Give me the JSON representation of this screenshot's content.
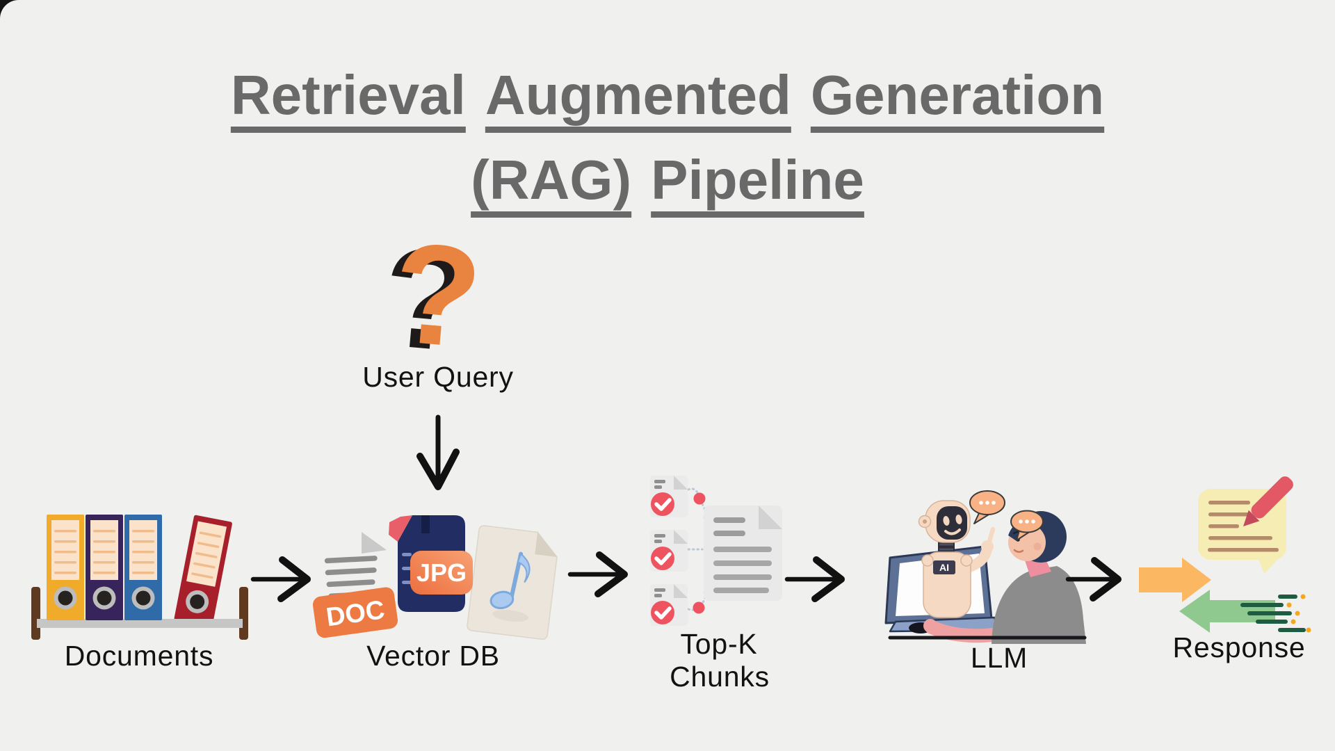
{
  "title": {
    "line1": "Retrieval Augmented Generation",
    "line2": "(RAG) Pipeline",
    "line1_words": [
      "Retrieval",
      "Augmented",
      "Generation"
    ],
    "line2_words": [
      "(RAG)",
      "Pipeline"
    ]
  },
  "nodes": {
    "user_query": {
      "label": "User Query",
      "icon": "question-mark-icon",
      "glyph": "?"
    },
    "documents": {
      "label": "Documents",
      "icon": "binders-shelf-icon"
    },
    "vector_db": {
      "label": "Vector DB",
      "icon": "file-types-icon",
      "badges": {
        "doc": "DOC",
        "jpg": "JPG"
      }
    },
    "top_k_chunks": {
      "label": "Top-K Chunks",
      "label_line1": "Top-K",
      "label_line2": "Chunks",
      "icon": "checked-chunks-icon"
    },
    "llm": {
      "label": "LLM",
      "icon": "robot-human-chat-icon",
      "ai_badge": "AI"
    },
    "response": {
      "label": "Response",
      "icon": "reply-arrows-icon"
    }
  },
  "edges": [
    "User Query → Vector DB",
    "Documents → Vector DB",
    "Vector DB → Top-K Chunks",
    "Top-K Chunks → LLM",
    "LLM → Response"
  ],
  "colors": {
    "background": "#f0f0ee",
    "title_gray": "#696969",
    "label_black": "#121212",
    "flow_arrow_black": "#111111",
    "question_mark_orange": "#e8843f",
    "question_mark_shadow": "#1d1a19",
    "binder_yellow": "#f0ab2b",
    "binder_purple": "#37245a",
    "binder_blue": "#2e6ba8",
    "binder_red": "#a81f2c",
    "binder_paper": "#fbe2ca",
    "shelf_gray": "#c6c6c6",
    "bookend_brown": "#5f3a1e",
    "badge_orange": "#ec7a42",
    "file_navy": "#222d63",
    "file_fold_red": "#e85f6a",
    "music_note_blue": "#aacaf0",
    "chunk_doc_gray": "#ebebeb",
    "chunk_red": "#ee5460",
    "laptop_blue": "#5d7096",
    "robot_skin": "#f6d9c3",
    "robot_face_dark": "#2e2e3a",
    "person_hair_navy": "#2c3b5c",
    "person_skin": "#f3c0a8",
    "shirt_gray": "#8c8c8c",
    "speech_bubble_orange": "#f8b286",
    "response_bubble_yellow": "#f6edb4",
    "pencil_red": "#e25965",
    "arrow_orange": "#fbb761",
    "arrow_green": "#8fc98f",
    "dash_dark_green": "#1d5c40",
    "dot_orange": "#f5a81e"
  }
}
